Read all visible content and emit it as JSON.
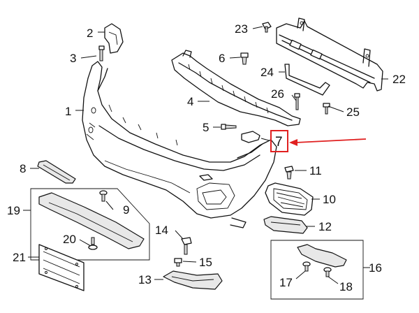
{
  "callouts": [
    {
      "id": "c1",
      "text": "1"
    },
    {
      "id": "c2",
      "text": "2"
    },
    {
      "id": "c3",
      "text": "3"
    },
    {
      "id": "c4",
      "text": "4"
    },
    {
      "id": "c5",
      "text": "5"
    },
    {
      "id": "c6",
      "text": "6"
    },
    {
      "id": "c7",
      "text": "7"
    },
    {
      "id": "c8",
      "text": "8"
    },
    {
      "id": "c9",
      "text": "9"
    },
    {
      "id": "c10",
      "text": "10"
    },
    {
      "id": "c11",
      "text": "11"
    },
    {
      "id": "c12",
      "text": "12"
    },
    {
      "id": "c13",
      "text": "13"
    },
    {
      "id": "c14",
      "text": "14"
    },
    {
      "id": "c15",
      "text": "15"
    },
    {
      "id": "c16",
      "text": "16"
    },
    {
      "id": "c17",
      "text": "17"
    },
    {
      "id": "c18",
      "text": "18"
    },
    {
      "id": "c19",
      "text": "19"
    },
    {
      "id": "c20",
      "text": "20"
    },
    {
      "id": "c21",
      "text": "21"
    },
    {
      "id": "c22",
      "text": "22"
    },
    {
      "id": "c23",
      "text": "23"
    },
    {
      "id": "c24",
      "text": "24"
    },
    {
      "id": "c25",
      "text": "25"
    },
    {
      "id": "c26",
      "text": "26"
    }
  ],
  "highlight": {
    "color": "#e02020",
    "callout": "7"
  }
}
